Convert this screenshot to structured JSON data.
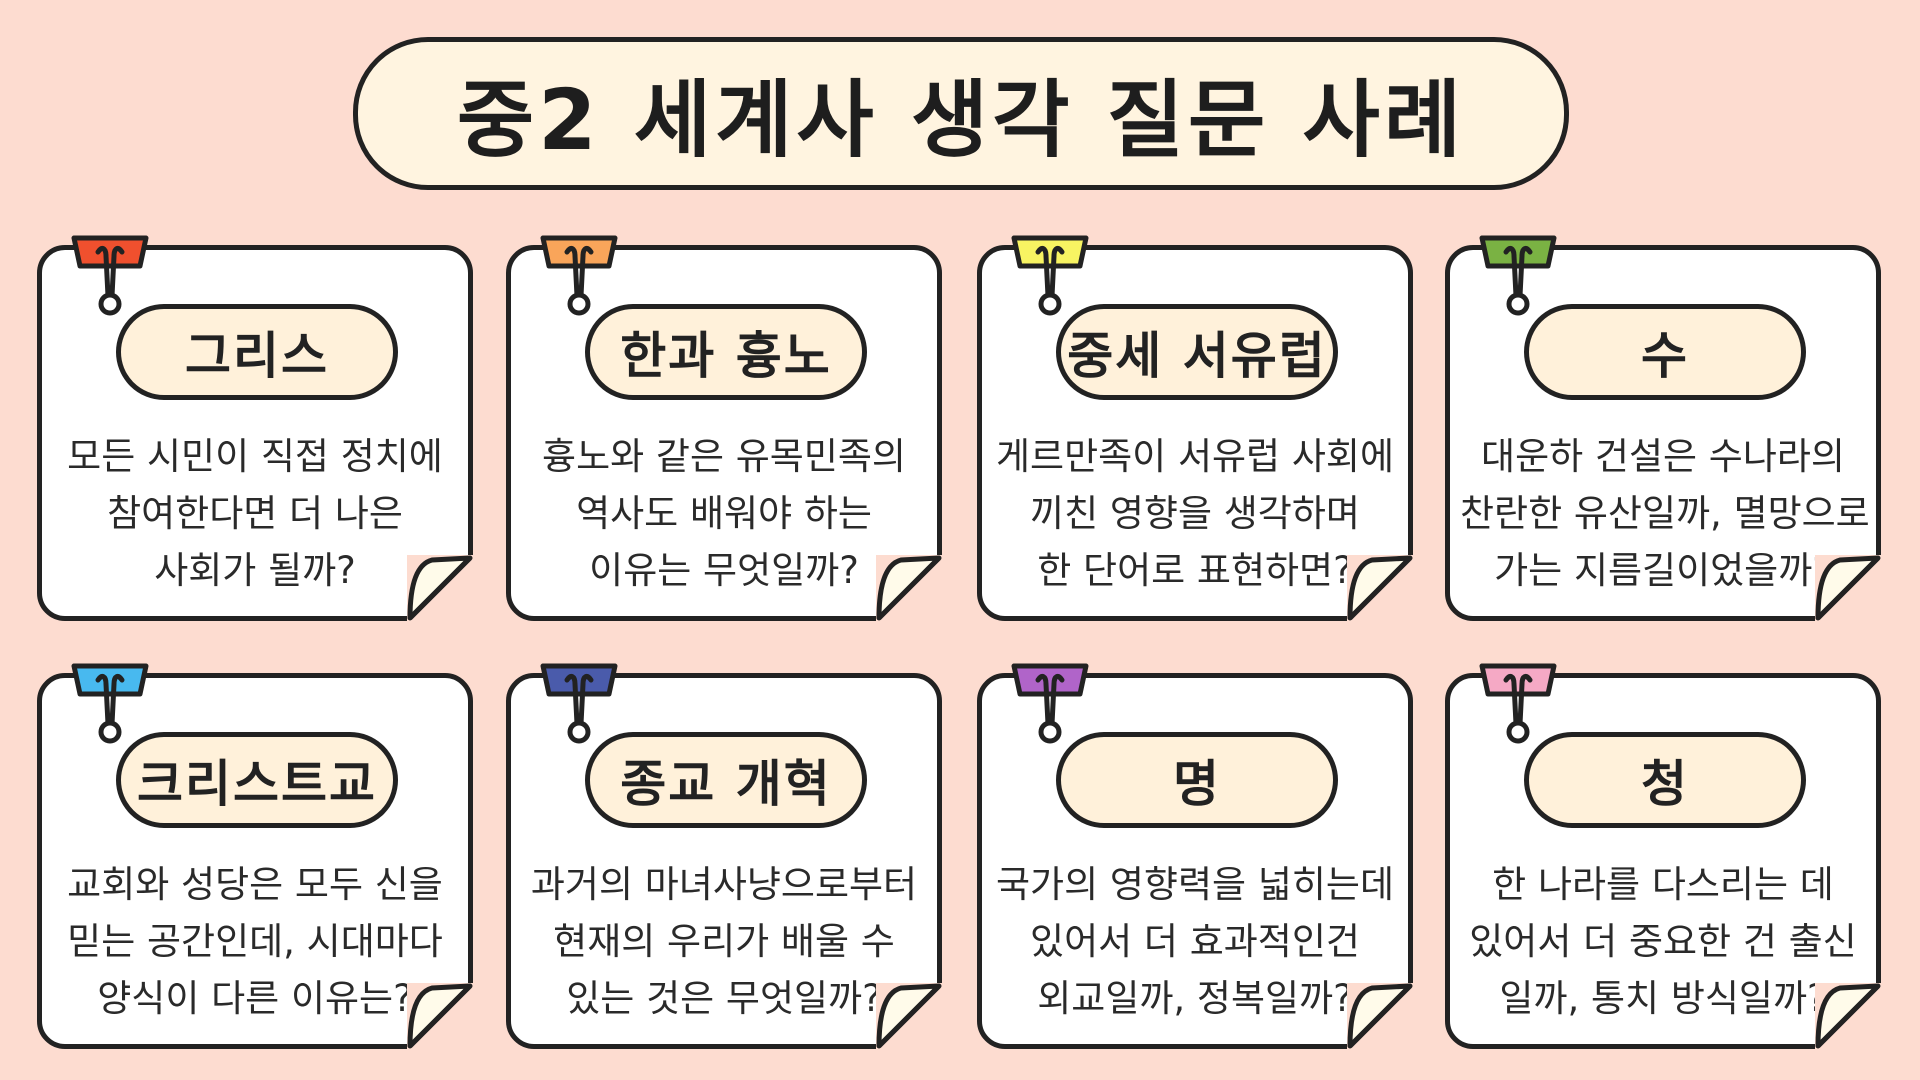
{
  "title": "중2 세계사 생각 질문 사례",
  "cards": [
    {
      "heading": "그리스",
      "color": "#f0502e",
      "lines": [
        "모든 시민이 직접 정치에",
        "참여한다면 더 나은",
        "사회가 될까?"
      ]
    },
    {
      "heading": "한과 흉노",
      "color": "#f9a55a",
      "lines": [
        "흉노와 같은 유목민족의",
        "역사도 배워야 하는",
        "이유는 무엇일까?"
      ]
    },
    {
      "heading": "중세 서유럽",
      "color": "#f8f462",
      "lines": [
        "게르만족이 서유럽 사회에",
        "끼친 영향을 생각하며",
        "한 단어로 표현하면?"
      ]
    },
    {
      "heading": "수",
      "color": "#7ab243",
      "lines": [
        "대운하 건설은 수나라의",
        "찬란한 유산일까, 멸망으로",
        "가는 지름길이었을까?"
      ]
    },
    {
      "heading": "크리스트교",
      "color": "#48b9ef",
      "lines": [
        "교회와 성당은 모두 신을",
        "믿는 공간인데, 시대마다",
        "양식이 다른 이유는?"
      ]
    },
    {
      "heading": "종교 개혁",
      "color": "#4a5bab",
      "lines": [
        "과거의 마녀사냥으로부터",
        "현재의 우리가 배울 수",
        "있는 것은 무엇일까?"
      ]
    },
    {
      "heading": "명",
      "color": "#b064c9",
      "lines": [
        "국가의 영향력을 넓히는데",
        "있어서 더 효과적인건",
        "외교일까, 정복일까?"
      ]
    },
    {
      "heading": "청",
      "color": "#f5a9c5",
      "lines": [
        "한 나라를 다스리는 데",
        "있어서 더 중요한 건 출신",
        "일까, 통치 방식일까?"
      ]
    }
  ]
}
